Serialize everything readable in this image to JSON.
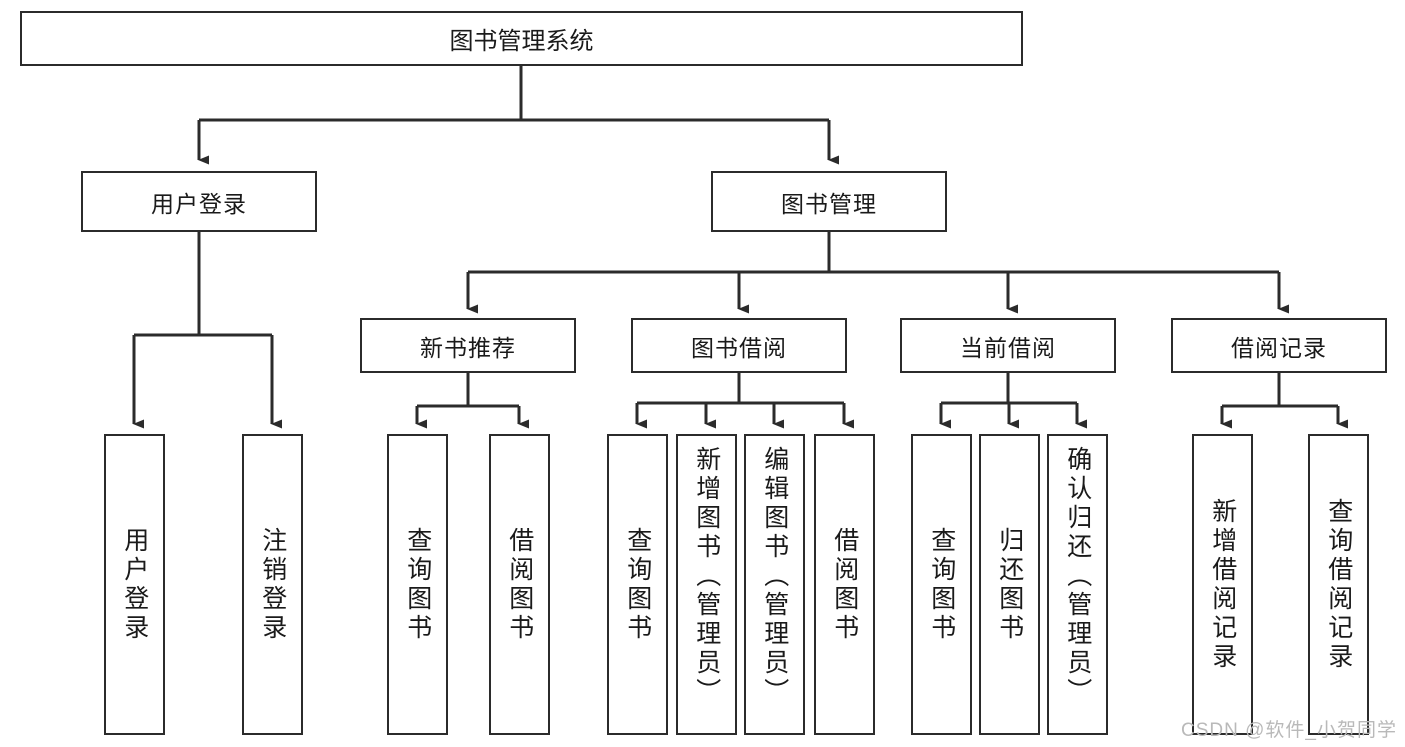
{
  "diagram": {
    "title": "图书管理系统",
    "type": "tree-hierarchy",
    "watermark": "CSDN @软件_小贺同学",
    "colors": {
      "box_border": "#2b2b2b",
      "box_fill": "#ffffff",
      "connector": "#2b2b2b",
      "text": "#1a1a1a",
      "watermark": "#b9b9b9",
      "background": "#ffffff"
    },
    "levels": {
      "root": {
        "label": "图书管理系统"
      },
      "level2": [
        {
          "label": "用户登录"
        },
        {
          "label": "图书管理"
        }
      ],
      "level3": [
        {
          "label": "新书推荐"
        },
        {
          "label": "图书借阅"
        },
        {
          "label": "当前借阅"
        },
        {
          "label": "借阅记录"
        }
      ],
      "leaves": {
        "user_login": [
          {
            "label": "用户登录"
          },
          {
            "label": "注销登录"
          }
        ],
        "new_book_recommend": [
          {
            "label": "查询图书"
          },
          {
            "label": "借阅图书"
          }
        ],
        "book_borrow": [
          {
            "label": "查询图书"
          },
          {
            "label": "新增图书（管理员）"
          },
          {
            "label": "编辑图书（管理员）"
          },
          {
            "label": "借阅图书"
          }
        ],
        "current_borrow": [
          {
            "label": "查询图书"
          },
          {
            "label": "归还图书"
          },
          {
            "label": "确认归还（管理员）"
          }
        ],
        "borrow_records": [
          {
            "label": "新增借阅记录"
          },
          {
            "label": "查询借阅记录"
          }
        ]
      }
    }
  }
}
